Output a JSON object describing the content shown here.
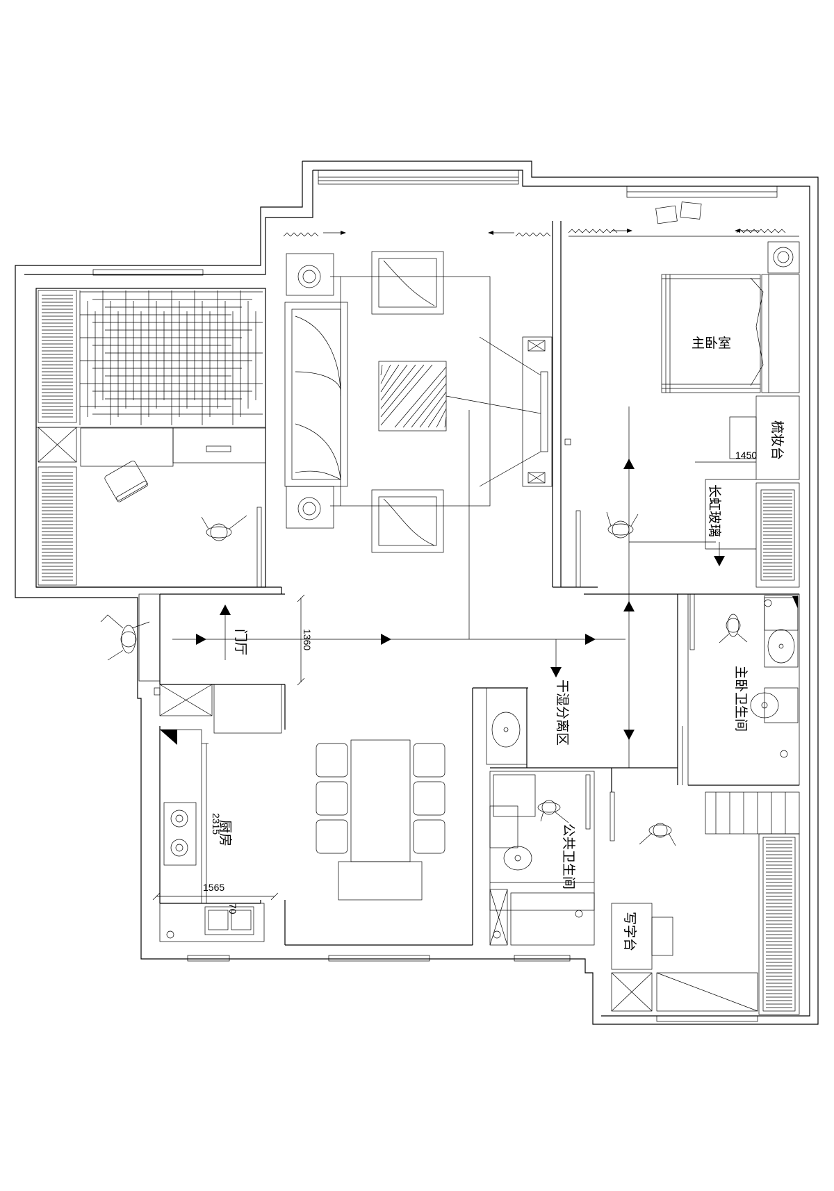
{
  "labels": {
    "master_bedroom": "主卧室",
    "vanity": "梳妆台",
    "changhong_glass": "长虹玻璃",
    "entrance": "门厅",
    "master_bathroom": "主卧卫生间",
    "dry_wet_zone": "干湿分离区",
    "kitchen": "厨房",
    "public_bathroom": "公共卫生间",
    "desk": "写字台"
  },
  "dimensions": {
    "vanity_width": "1450",
    "entrance_width": "1360",
    "kitchen_length": "2315",
    "kitchen_width": "1565",
    "kitchen_offset": "70"
  },
  "colors": {
    "line": "#000000",
    "background": "#ffffff"
  }
}
